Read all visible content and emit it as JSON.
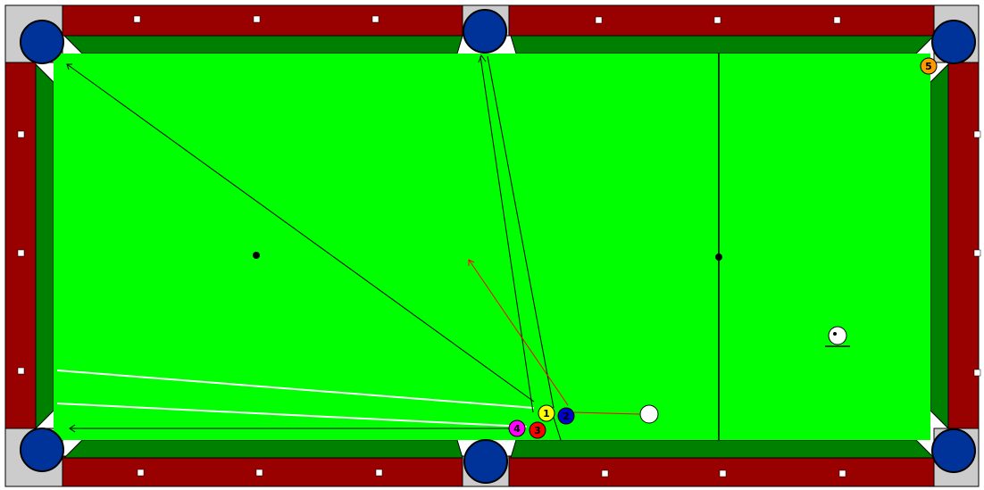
{
  "table": {
    "colors": {
      "rail": "#990000",
      "rail_outline": "#000000",
      "cushion": "#008000",
      "felt": "#00ff00",
      "corner_plate": "#cccccc",
      "pocket": "#003399",
      "diamond": "#ffffff",
      "aim_line": "#000000",
      "cue_line": "#ff0000",
      "ghost_line": "#ffffff"
    }
  },
  "balls": {
    "b1": {
      "label": "1",
      "color": "#ffff00"
    },
    "b2": {
      "label": "2",
      "color": "#0000cc"
    },
    "b3": {
      "label": "3",
      "color": "#ff0000"
    },
    "b4": {
      "label": "4",
      "color": "#ff00ff"
    },
    "b5": {
      "label": "5",
      "color": "#ff9900"
    },
    "cue": {
      "label": "",
      "color": "#ffffff"
    },
    "cue2": {
      "label": "",
      "color": "#ffffff"
    }
  }
}
